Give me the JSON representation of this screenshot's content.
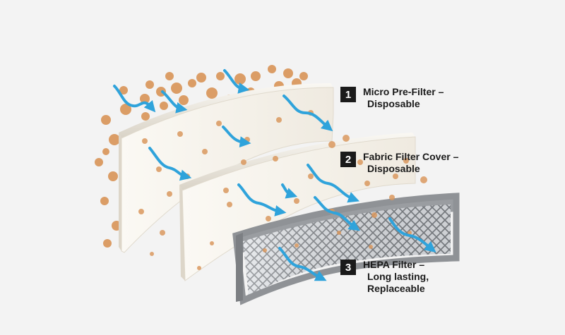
{
  "callouts": [
    {
      "number": "1",
      "title": "Micro Pre-Filter –",
      "lines": [
        "Disposable"
      ]
    },
    {
      "number": "2",
      "title": "Fabric Filter Cover –",
      "lines": [
        "Disposable"
      ]
    },
    {
      "number": "3",
      "title": "HEPA Filter –",
      "lines": [
        "Long lasting,",
        "Replaceable"
      ]
    }
  ],
  "colors": {
    "background": "#f3f3f3",
    "particle": "#d9985e",
    "arrow": "#2fa3db",
    "filter_fill": "#f6f2ea",
    "filter_edge": "#d8d2c6",
    "hepa_frame": "#8f9296",
    "number_box": "#1a1a1a"
  }
}
